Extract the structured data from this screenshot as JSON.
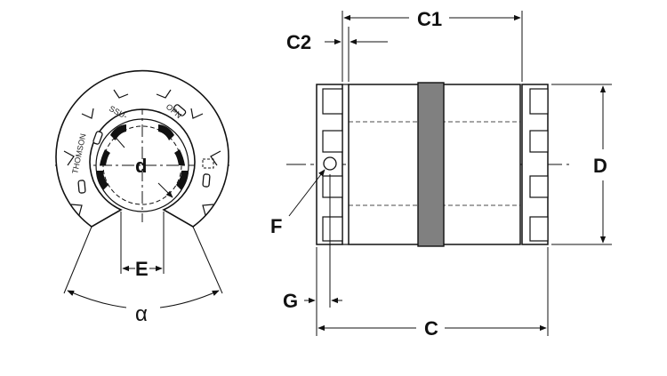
{
  "labels": {
    "d": "d",
    "E": "E",
    "alpha": "α",
    "C": "C",
    "C1": "C1",
    "C2": "C2",
    "D": "D",
    "F": "F",
    "G": "G"
  },
  "engraving": {
    "brand": "THOMSON",
    "mark1": "SSU-",
    "mark2": "OPN"
  },
  "colors": {
    "line": "#111111",
    "sleeve": "#808080",
    "ball": "#111111"
  }
}
